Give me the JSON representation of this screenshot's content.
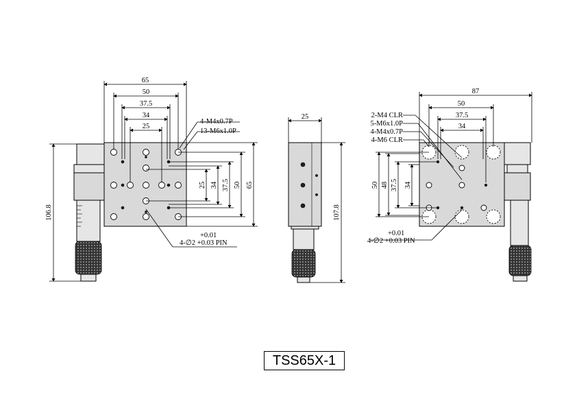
{
  "drawing": {
    "part_number": "TSS65X-1",
    "front_view": {
      "top_dims": [
        "65",
        "50",
        "37.5",
        "34",
        "25"
      ],
      "right_dims": [
        "25",
        "34",
        "37.5",
        "50",
        "65"
      ],
      "left_dim": "106.8",
      "callout_1": "4-M4x0.7P",
      "callout_2": "13-M6x1.0P",
      "pin_tol": "+0.01",
      "pin_note": "4-∅2 +0.03 PIN"
    },
    "side_view": {
      "top_dim": "25",
      "right_dim": "107.8"
    },
    "right_view": {
      "top_dims": [
        "87",
        "50",
        "37.5",
        "34"
      ],
      "left_dims": [
        "50",
        "48",
        "37.5",
        "34"
      ],
      "callouts": [
        "2-M4 CLR",
        "5-M6x1.0P",
        "4-M4x0.7P",
        "4-M6 CLR"
      ],
      "pin_tol": "+0.01",
      "pin_note": "4-∅2 +0.03 PIN"
    }
  }
}
